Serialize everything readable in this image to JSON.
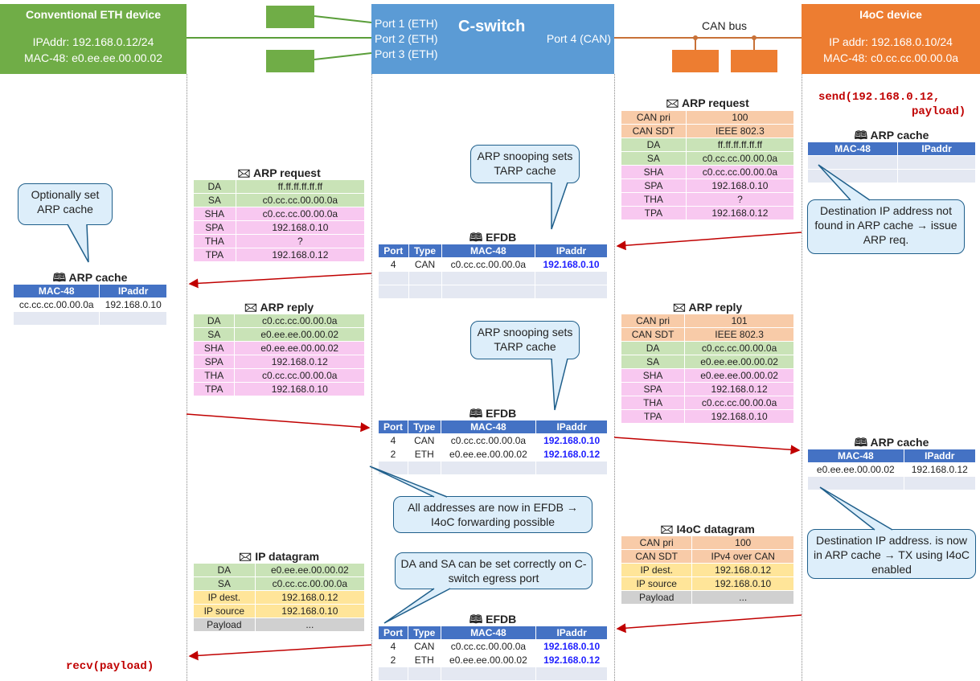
{
  "devices": {
    "eth": {
      "title": "Conventional ETH device",
      "ip": "IPAddr: 192.168.0.12/24",
      "mac": "MAC-48: e0.ee.ee.00.00.02",
      "color": "#70ad47"
    },
    "switch": {
      "title": "C-switch",
      "ports": [
        "Port 1 (ETH)",
        "Port 2 (ETH)",
        "Port 3 (ETH)"
      ],
      "port4": "Port 4 (CAN)",
      "color": "#5b9bd5"
    },
    "i4oc": {
      "title": "I4oC device",
      "ip": "IP addr: 192.168.0.10/24",
      "mac": "MAC-48: c0.cc.cc.00.00.0a",
      "color": "#ed7d31"
    },
    "can_bus_label": "CAN bus"
  },
  "code": {
    "send_line1": "send(192.168.0.12,",
    "send_line2": "payload)",
    "recv": "recv(payload)"
  },
  "cache_headers": [
    "MAC-48",
    "IPaddr"
  ],
  "efdb_headers": [
    "Port",
    "Type",
    "MAC-48",
    "IPaddr"
  ],
  "titles": {
    "arp_request": "ARP request",
    "arp_reply": "ARP reply",
    "arp_cache": "ARP cache",
    "efdb": "EFDB",
    "i4oc_datagram": "I4oC datagram",
    "ip_datagram": "IP datagram"
  },
  "arp_request_right": [
    [
      "CAN pri",
      "100"
    ],
    [
      "CAN SDT",
      "IEEE 802.3"
    ],
    [
      "DA",
      "ff.ff.ff.ff.ff.ff"
    ],
    [
      "SA",
      "c0.cc.cc.00.00.0a"
    ],
    [
      "SHA",
      "c0.cc.cc.00.00.0a"
    ],
    [
      "SPA",
      "192.168.0.10"
    ],
    [
      "THA",
      "?"
    ],
    [
      "TPA",
      "192.168.0.12"
    ]
  ],
  "arp_request_left": [
    [
      "DA",
      "ff.ff.ff.ff.ff.ff"
    ],
    [
      "SA",
      "c0.cc.cc.00.00.0a"
    ],
    [
      "SHA",
      "c0.cc.cc.00.00.0a"
    ],
    [
      "SPA",
      "192.168.0.10"
    ],
    [
      "THA",
      "?"
    ],
    [
      "TPA",
      "192.168.0.12"
    ]
  ],
  "arp_reply_left": [
    [
      "DA",
      "c0.cc.cc.00.00.0a"
    ],
    [
      "SA",
      "e0.ee.ee.00.00.02"
    ],
    [
      "SHA",
      "e0.ee.ee.00.00.02"
    ],
    [
      "SPA",
      "192.168.0.12"
    ],
    [
      "THA",
      "c0.cc.cc.00.00.0a"
    ],
    [
      "TPA",
      "192.168.0.10"
    ]
  ],
  "arp_reply_right": [
    [
      "CAN pri",
      "101"
    ],
    [
      "CAN SDT",
      "IEEE 802.3"
    ],
    [
      "DA",
      "c0.cc.cc.00.00.0a"
    ],
    [
      "SA",
      "e0.ee.ee.00.00.02"
    ],
    [
      "SHA",
      "e0.ee.ee.00.00.02"
    ],
    [
      "SPA",
      "192.168.0.12"
    ],
    [
      "THA",
      "c0.cc.cc.00.00.0a"
    ],
    [
      "TPA",
      "192.168.0.10"
    ]
  ],
  "i4oc_datagram": [
    [
      "CAN pri",
      "100"
    ],
    [
      "CAN SDT",
      "IPv4 over CAN"
    ],
    [
      "IP dest.",
      "192.168.0.12"
    ],
    [
      "IP source",
      "192.168.0.10"
    ],
    [
      "Payload",
      "..."
    ]
  ],
  "ip_datagram": [
    [
      "DA",
      "e0.ee.ee.00.00.02"
    ],
    [
      "SA",
      "c0.cc.cc.00.00.0a"
    ],
    [
      "IP dest.",
      "192.168.0.12"
    ],
    [
      "IP source",
      "192.168.0.10"
    ],
    [
      "Payload",
      "..."
    ]
  ],
  "arp_cache_eth": [
    [
      "cc.cc.cc.00.00.0a",
      "192.168.0.10"
    ]
  ],
  "arp_cache_i4oc_after": [
    [
      "e0.ee.ee.00.00.02",
      "192.168.0.12"
    ]
  ],
  "efdb1": [
    [
      "4",
      "CAN",
      "c0.cc.cc.00.00.0a",
      "192.168.0.10"
    ]
  ],
  "efdb2": [
    [
      "4",
      "CAN",
      "c0.cc.cc.00.00.0a",
      "192.168.0.10"
    ],
    [
      "2",
      "ETH",
      "e0.ee.ee.00.00.02",
      "192.168.0.12"
    ]
  ],
  "efdb3": [
    [
      "4",
      "CAN",
      "c0.cc.cc.00.00.0a",
      "192.168.0.10"
    ],
    [
      "2",
      "ETH",
      "e0.ee.ee.00.00.02",
      "192.168.0.12"
    ]
  ],
  "bubbles": {
    "set_arp": "Optionally set ARP cache",
    "snoop1": "ARP snooping sets TARP cache",
    "snoop2": "ARP snooping sets TARP cache",
    "not_found": "Destination IP address not found in ARP cache → issue ARP req.",
    "all_addr": "All addresses are now in EFDB → I4oC forwarding possible",
    "in_cache": "Destination IP address. is now in ARP cache → TX using I4oC enabled",
    "egress": "DA and SA can be set correctly on C-switch egress port"
  },
  "colors": {
    "arrow": "#c00000",
    "header": "#4472c4",
    "bubble_fill": "#ddeefa",
    "bubble_stroke": "#1f5f8b"
  }
}
